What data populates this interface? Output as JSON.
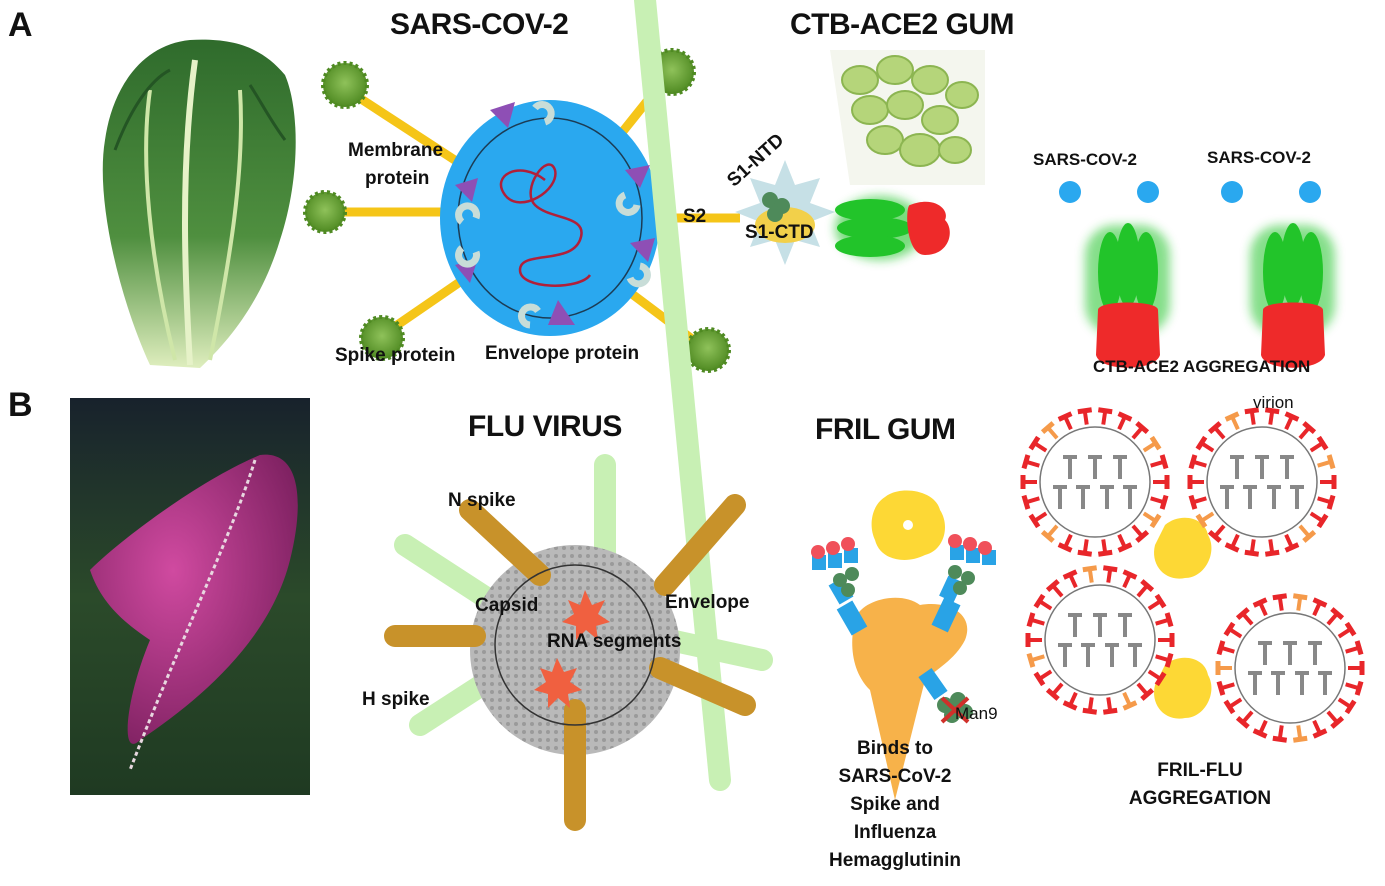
{
  "panel_a": {
    "letter": "A",
    "sars_title": "SARS-COV-2",
    "gum_title": "CTB-ACE2 GUM",
    "labels": {
      "membrane_line1": "Membrane",
      "membrane_line2": "protein",
      "spike": "Spike protein",
      "envelope": "Envelope protein",
      "s2": "S2",
      "s1_ntd": "S1-NTD",
      "s1_ctd": "S1-CTD"
    },
    "aggregation": {
      "virus_label_1": "SARS-COV-2",
      "virus_label_2": "SARS-COV-2",
      "caption": "CTB-ACE2 AGGREGATION"
    }
  },
  "panel_b": {
    "letter": "B",
    "flu_title": "FLU VIRUS",
    "gum_title": "FRIL GUM",
    "flu_labels": {
      "n_spike": "N spike",
      "capsid": "Capsid",
      "envelope": "Envelope",
      "rna": "RNA segments",
      "h_spike": "H spike"
    },
    "fril_labels": {
      "man9": "Man9",
      "binds_lines": [
        "Binds to",
        "SARS-CoV-2",
        "Spike and",
        "Influenza",
        "Hemagglutinin"
      ]
    },
    "aggregation": {
      "virion": "virion",
      "caption_line1": "FRIL-FLU",
      "caption_line2": "AGGREGATION"
    }
  },
  "colors": {
    "virus_blue": "#2aa8ef",
    "spike_green": "#5c9a2e",
    "stalk_yellow": "#f5c518",
    "membrane_purple": "#8e4fb5",
    "rna_red": "#b0203a",
    "ctb_green": "#22c42a",
    "ace2_red": "#ee2a2a",
    "flu_brown": "#c8922a",
    "flu_lightgreen": "#c8f0b4",
    "capsid_gray": "#b0b0b0",
    "fril_orange": "#f7b24a",
    "fril_yellow": "#fdd835",
    "glycan_red": "#f0505a",
    "glycan_blue": "#29a3e6",
    "glycan_green": "#4e8a5a",
    "ha_red": "#e8262a",
    "ha_orange": "#f59a4a",
    "lettuce_green": "#3f7a3a",
    "bean_purple": "#9c2a78"
  }
}
